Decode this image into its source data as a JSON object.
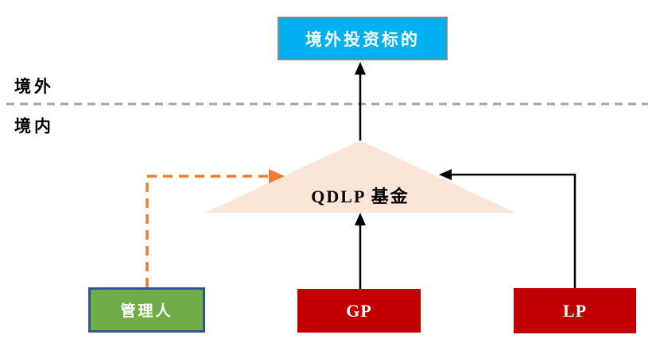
{
  "diagram": {
    "overseas_target_box": {
      "label": "境外投资标的",
      "fill": "#00B0F0",
      "border": "#8A8A8A",
      "text_color": "#FFFFFF"
    },
    "region_labels": {
      "overseas": "境外",
      "domestic": "境内"
    },
    "divider": {
      "color": "#A6A6A6",
      "style": "dashed"
    },
    "fund_triangle": {
      "label": "QDLP 基金",
      "fill": "#FBE5D6",
      "text_color": "#000000"
    },
    "manager_box": {
      "label": "管理人",
      "fill": "#70AD47",
      "border": "#2F5597",
      "text_color": "#FFFFFF"
    },
    "gp_box": {
      "label": "GP",
      "fill": "#C00000",
      "text_color": "#FFFFFF"
    },
    "lp_box": {
      "label": "LP",
      "fill": "#C00000",
      "text_color": "#FFFFFF"
    },
    "arrows": {
      "solid_color": "#000000",
      "dashed_color": "#ED7D31"
    }
  }
}
